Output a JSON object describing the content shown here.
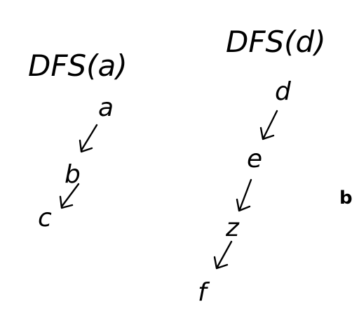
{
  "colors": {
    "ink": "#000000",
    "background": "#ffffff"
  },
  "left_tree": {
    "title": "DFS(a)",
    "nodes": [
      "a",
      "b",
      "c"
    ]
  },
  "right_tree": {
    "title": "DFS(d)",
    "nodes": [
      "d",
      "e",
      "z",
      "f"
    ]
  },
  "side_label": "b"
}
